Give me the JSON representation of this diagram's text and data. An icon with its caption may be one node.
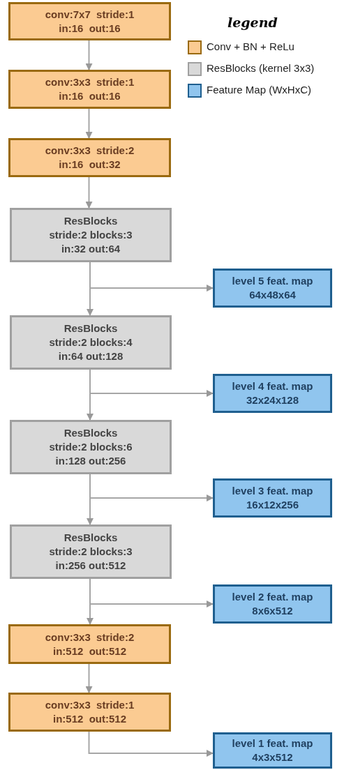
{
  "diagram": {
    "nodes": [
      {
        "text": [
          "conv:7x7  stride:1",
          "in:16  out:16"
        ]
      },
      {
        "text": [
          "conv:3x3  stride:1",
          "in:16  out:16"
        ]
      },
      {
        "text": [
          "conv:3x3  stride:2",
          "in:16  out:32"
        ]
      },
      {
        "text": [
          "ResBlocks",
          "stride:2 blocks:3",
          "in:32 out:64"
        ]
      },
      {
        "text": [
          "level 5 feat. map",
          "64x48x64"
        ]
      },
      {
        "text": [
          "ResBlocks",
          "stride:2 blocks:4",
          "in:64 out:128"
        ]
      },
      {
        "text": [
          "level 4 feat. map",
          "32x24x128"
        ]
      },
      {
        "text": [
          "ResBlocks",
          "stride:2 blocks:6",
          "in:128 out:256"
        ]
      },
      {
        "text": [
          "level 3 feat. map",
          "16x12x256"
        ]
      },
      {
        "text": [
          "ResBlocks",
          "stride:2 blocks:3",
          "in:256 out:512"
        ]
      },
      {
        "text": [
          "level 2 feat. map",
          "8x6x512"
        ]
      },
      {
        "text": [
          "conv:3x3  stride:2",
          "in:512  out:512"
        ]
      },
      {
        "text": [
          "conv:3x3  stride:1",
          "in:512  out:512"
        ]
      },
      {
        "text": [
          "level 1 feat. map",
          "4x3x512"
        ]
      }
    ],
    "edges": [
      {
        "from": 0,
        "to": 1,
        "arrow": "to"
      },
      {
        "from": 1,
        "to": 2,
        "arrow": "to"
      },
      {
        "from": 2,
        "to": 3,
        "arrow": "to"
      },
      {
        "from": 3,
        "to": 4,
        "arrow": "to"
      },
      {
        "from": 3,
        "to": 5,
        "arrow": "to"
      },
      {
        "from": 5,
        "to": 6,
        "arrow": "to"
      },
      {
        "from": 5,
        "to": 7,
        "arrow": "to"
      },
      {
        "from": 7,
        "to": 8,
        "arrow": "to"
      },
      {
        "from": 7,
        "to": 9,
        "arrow": "to"
      },
      {
        "from": 9,
        "to": 10,
        "arrow": "to"
      },
      {
        "from": 9,
        "to": 11,
        "arrow": "to"
      },
      {
        "from": 11,
        "to": 12,
        "arrow": "to"
      },
      {
        "from": 12,
        "to": 13,
        "arrow": "to"
      }
    ],
    "labels": [
      "legend"
    ],
    "legend": [
      {
        "text": "Conv + BN + ReLu",
        "color": "#fbcb92"
      },
      {
        "text": "ResBlocks (kernel 3x3)",
        "color": "#d9d9d9"
      },
      {
        "text": "Feature Map (WxHxC)",
        "color": "#90c5ee"
      }
    ]
  }
}
